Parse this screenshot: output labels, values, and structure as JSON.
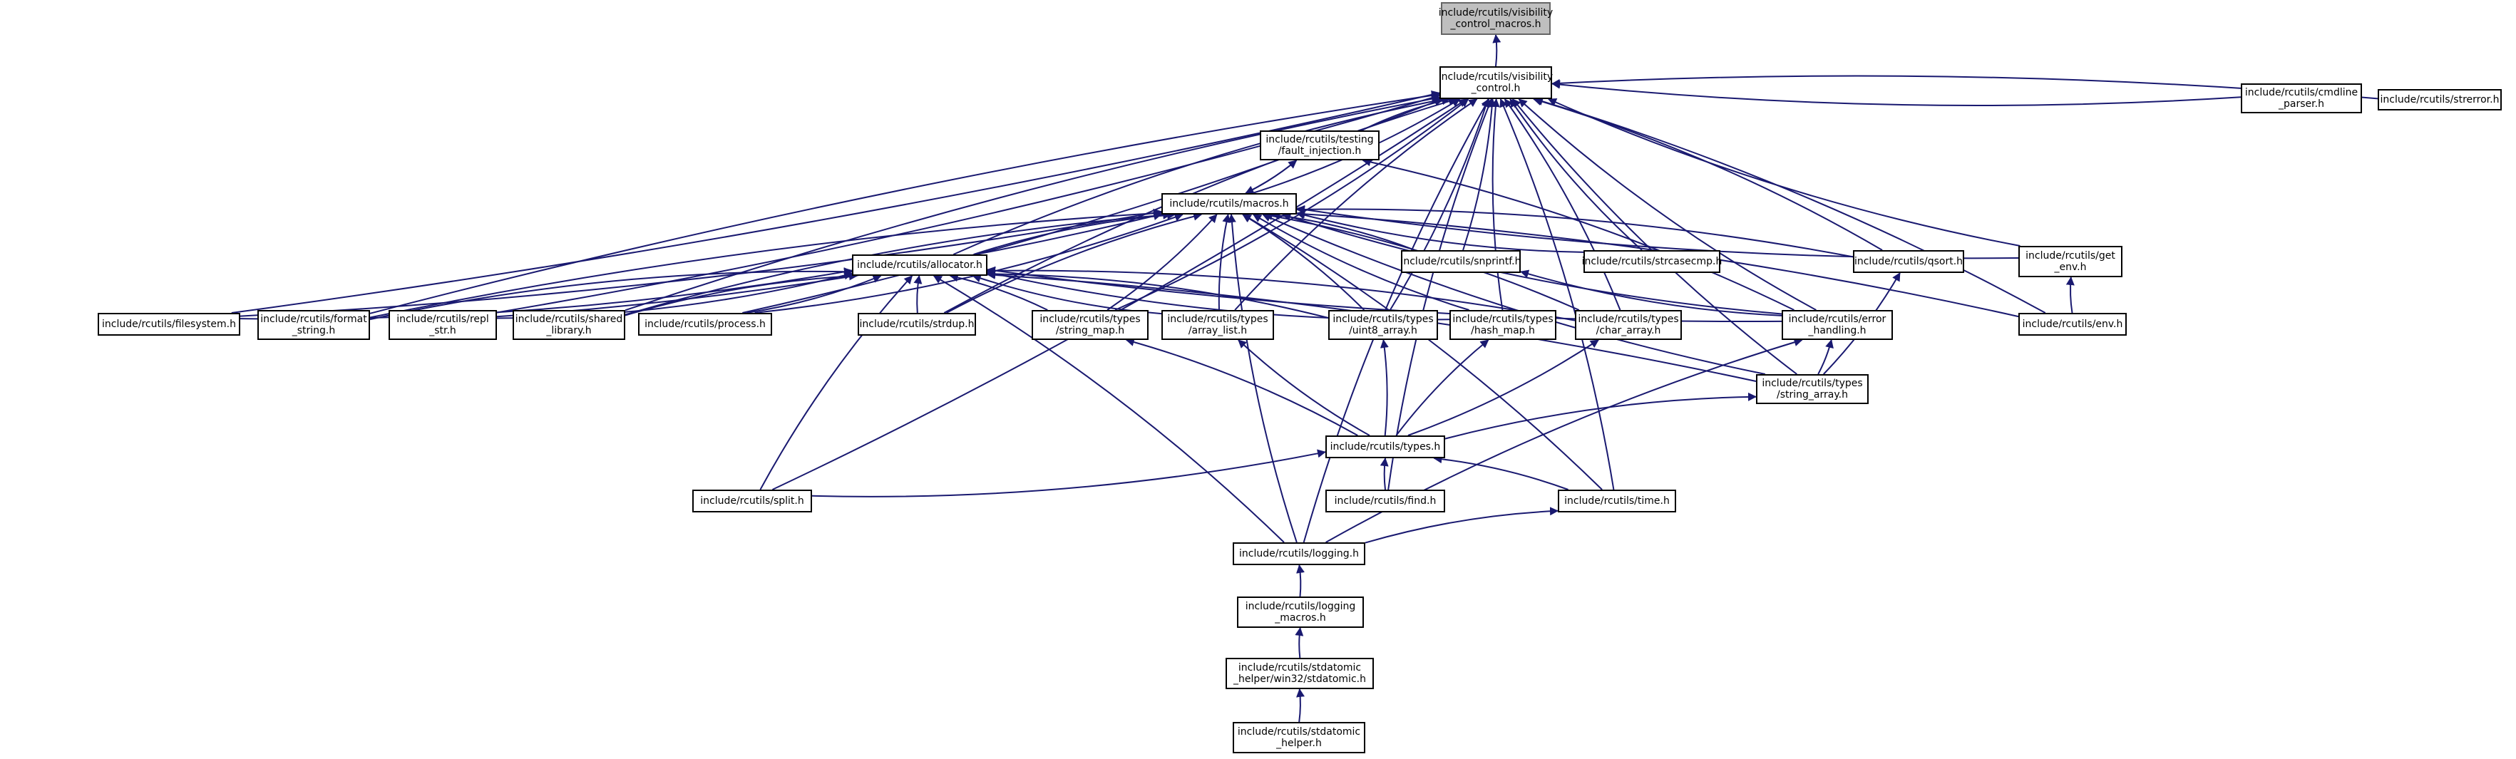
{
  "diagram": {
    "type": "include-dependency-graph",
    "colors": {
      "edge": "#191970",
      "node_border": "#000000",
      "node_fill": "#ffffff",
      "root_fill": "#bfbfbf",
      "root_border": "#666666"
    },
    "nodes": [
      {
        "id": "visibility_control_macros",
        "lines": [
          "include/rcutils/visibility",
          "_control_macros.h"
        ],
        "root": true
      },
      {
        "id": "visibility_control",
        "lines": [
          "include/rcutils/visibility",
          "_control.h"
        ]
      },
      {
        "id": "cmdline_parser",
        "lines": [
          "include/rcutils/cmdline",
          "_parser.h"
        ]
      },
      {
        "id": "strerror",
        "lines": [
          "include/rcutils/strerror.h"
        ]
      },
      {
        "id": "fault_injection",
        "lines": [
          "include/rcutils/testing",
          "/fault_injection.h"
        ]
      },
      {
        "id": "macros",
        "lines": [
          "include/rcutils/macros.h"
        ]
      },
      {
        "id": "allocator",
        "lines": [
          "include/rcutils/allocator.h"
        ]
      },
      {
        "id": "snprintf",
        "lines": [
          "include/rcutils/snprintf.h"
        ]
      },
      {
        "id": "strcasecmp",
        "lines": [
          "include/rcutils/strcasecmp.h"
        ]
      },
      {
        "id": "qsort",
        "lines": [
          "include/rcutils/qsort.h"
        ]
      },
      {
        "id": "get_env",
        "lines": [
          "include/rcutils/get",
          "_env.h"
        ]
      },
      {
        "id": "filesystem",
        "lines": [
          "include/rcutils/filesystem.h"
        ]
      },
      {
        "id": "format_string",
        "lines": [
          "include/rcutils/format",
          "_string.h"
        ]
      },
      {
        "id": "repl_str",
        "lines": [
          "include/rcutils/repl",
          "_str.h"
        ]
      },
      {
        "id": "shared_library",
        "lines": [
          "include/rcutils/shared",
          "_library.h"
        ]
      },
      {
        "id": "process",
        "lines": [
          "include/rcutils/process.h"
        ]
      },
      {
        "id": "strdup",
        "lines": [
          "include/rcutils/strdup.h"
        ]
      },
      {
        "id": "string_map",
        "lines": [
          "include/rcutils/types",
          "/string_map.h"
        ]
      },
      {
        "id": "array_list",
        "lines": [
          "include/rcutils/types",
          "/array_list.h"
        ]
      },
      {
        "id": "uint8_array",
        "lines": [
          "include/rcutils/types",
          "/uint8_array.h"
        ]
      },
      {
        "id": "hash_map",
        "lines": [
          "include/rcutils/types",
          "/hash_map.h"
        ]
      },
      {
        "id": "char_array",
        "lines": [
          "include/rcutils/types",
          "/char_array.h"
        ]
      },
      {
        "id": "error_handling",
        "lines": [
          "include/rcutils/error",
          "_handling.h"
        ]
      },
      {
        "id": "env",
        "lines": [
          "include/rcutils/env.h"
        ]
      },
      {
        "id": "string_array",
        "lines": [
          "include/rcutils/types",
          "/string_array.h"
        ]
      },
      {
        "id": "types",
        "lines": [
          "include/rcutils/types.h"
        ]
      },
      {
        "id": "split",
        "lines": [
          "include/rcutils/split.h"
        ]
      },
      {
        "id": "find",
        "lines": [
          "include/rcutils/find.h"
        ]
      },
      {
        "id": "time",
        "lines": [
          "include/rcutils/time.h"
        ]
      },
      {
        "id": "logging",
        "lines": [
          "include/rcutils/logging.h"
        ]
      },
      {
        "id": "logging_macros",
        "lines": [
          "include/rcutils/logging",
          "_macros.h"
        ]
      },
      {
        "id": "stdatomic_win32",
        "lines": [
          "include/rcutils/stdatomic",
          "_helper/win32/stdatomic.h"
        ]
      },
      {
        "id": "stdatomic_helper",
        "lines": [
          "include/rcutils/stdatomic",
          "_helper.h"
        ]
      }
    ],
    "edges": [
      {
        "from": "visibility_control",
        "to": "visibility_control_macros"
      },
      {
        "from": "cmdline_parser",
        "to": "visibility_control"
      },
      {
        "from": "strerror",
        "to": "visibility_control"
      },
      {
        "from": "fault_injection",
        "to": "visibility_control"
      },
      {
        "from": "macros",
        "to": "visibility_control"
      },
      {
        "from": "allocator",
        "to": "visibility_control"
      },
      {
        "from": "snprintf",
        "to": "visibility_control"
      },
      {
        "from": "strcasecmp",
        "to": "visibility_control"
      },
      {
        "from": "qsort",
        "to": "visibility_control"
      },
      {
        "from": "get_env",
        "to": "visibility_control"
      },
      {
        "from": "filesystem",
        "to": "visibility_control"
      },
      {
        "from": "format_string",
        "to": "visibility_control"
      },
      {
        "from": "repl_str",
        "to": "visibility_control"
      },
      {
        "from": "shared_library",
        "to": "visibility_control"
      },
      {
        "from": "process",
        "to": "visibility_control"
      },
      {
        "from": "strdup",
        "to": "visibility_control"
      },
      {
        "from": "string_map",
        "to": "visibility_control"
      },
      {
        "from": "array_list",
        "to": "visibility_control"
      },
      {
        "from": "uint8_array",
        "to": "visibility_control"
      },
      {
        "from": "hash_map",
        "to": "visibility_control"
      },
      {
        "from": "char_array",
        "to": "visibility_control"
      },
      {
        "from": "error_handling",
        "to": "visibility_control"
      },
      {
        "from": "env",
        "to": "visibility_control"
      },
      {
        "from": "string_array",
        "to": "visibility_control"
      },
      {
        "from": "split",
        "to": "visibility_control"
      },
      {
        "from": "find",
        "to": "visibility_control"
      },
      {
        "from": "time",
        "to": "visibility_control"
      },
      {
        "from": "logging",
        "to": "visibility_control"
      },
      {
        "from": "macros",
        "to": "fault_injection"
      },
      {
        "from": "fault_injection",
        "to": "macros"
      },
      {
        "from": "error_handling",
        "to": "fault_injection"
      },
      {
        "from": "allocator",
        "to": "macros"
      },
      {
        "from": "snprintf",
        "to": "macros"
      },
      {
        "from": "strcasecmp",
        "to": "macros"
      },
      {
        "from": "qsort",
        "to": "macros"
      },
      {
        "from": "get_env",
        "to": "macros"
      },
      {
        "from": "filesystem",
        "to": "macros"
      },
      {
        "from": "format_string",
        "to": "macros"
      },
      {
        "from": "repl_str",
        "to": "macros"
      },
      {
        "from": "shared_library",
        "to": "macros"
      },
      {
        "from": "process",
        "to": "macros"
      },
      {
        "from": "strdup",
        "to": "macros"
      },
      {
        "from": "string_map",
        "to": "macros"
      },
      {
        "from": "array_list",
        "to": "macros"
      },
      {
        "from": "uint8_array",
        "to": "macros"
      },
      {
        "from": "hash_map",
        "to": "macros"
      },
      {
        "from": "char_array",
        "to": "macros"
      },
      {
        "from": "error_handling",
        "to": "macros"
      },
      {
        "from": "env",
        "to": "macros"
      },
      {
        "from": "string_array",
        "to": "macros"
      },
      {
        "from": "time",
        "to": "macros"
      },
      {
        "from": "logging",
        "to": "macros"
      },
      {
        "from": "filesystem",
        "to": "allocator"
      },
      {
        "from": "format_string",
        "to": "allocator"
      },
      {
        "from": "repl_str",
        "to": "allocator"
      },
      {
        "from": "shared_library",
        "to": "allocator"
      },
      {
        "from": "process",
        "to": "allocator"
      },
      {
        "from": "strdup",
        "to": "allocator"
      },
      {
        "from": "string_map",
        "to": "allocator"
      },
      {
        "from": "array_list",
        "to": "allocator"
      },
      {
        "from": "uint8_array",
        "to": "allocator"
      },
      {
        "from": "hash_map",
        "to": "allocator"
      },
      {
        "from": "char_array",
        "to": "allocator"
      },
      {
        "from": "error_handling",
        "to": "allocator"
      },
      {
        "from": "string_array",
        "to": "allocator"
      },
      {
        "from": "split",
        "to": "allocator"
      },
      {
        "from": "logging",
        "to": "allocator"
      },
      {
        "from": "error_handling",
        "to": "snprintf"
      },
      {
        "from": "string_array",
        "to": "qsort"
      },
      {
        "from": "env",
        "to": "get_env"
      },
      {
        "from": "string_array",
        "to": "error_handling"
      },
      {
        "from": "logging",
        "to": "error_handling"
      },
      {
        "from": "types",
        "to": "string_map"
      },
      {
        "from": "types",
        "to": "array_list"
      },
      {
        "from": "types",
        "to": "uint8_array"
      },
      {
        "from": "types",
        "to": "hash_map"
      },
      {
        "from": "types",
        "to": "char_array"
      },
      {
        "from": "types",
        "to": "string_array"
      },
      {
        "from": "split",
        "to": "types"
      },
      {
        "from": "find",
        "to": "types"
      },
      {
        "from": "time",
        "to": "types"
      },
      {
        "from": "logging",
        "to": "time"
      },
      {
        "from": "logging_macros",
        "to": "logging"
      },
      {
        "from": "stdatomic_win32",
        "to": "logging_macros"
      },
      {
        "from": "stdatomic_helper",
        "to": "stdatomic_win32"
      }
    ]
  }
}
